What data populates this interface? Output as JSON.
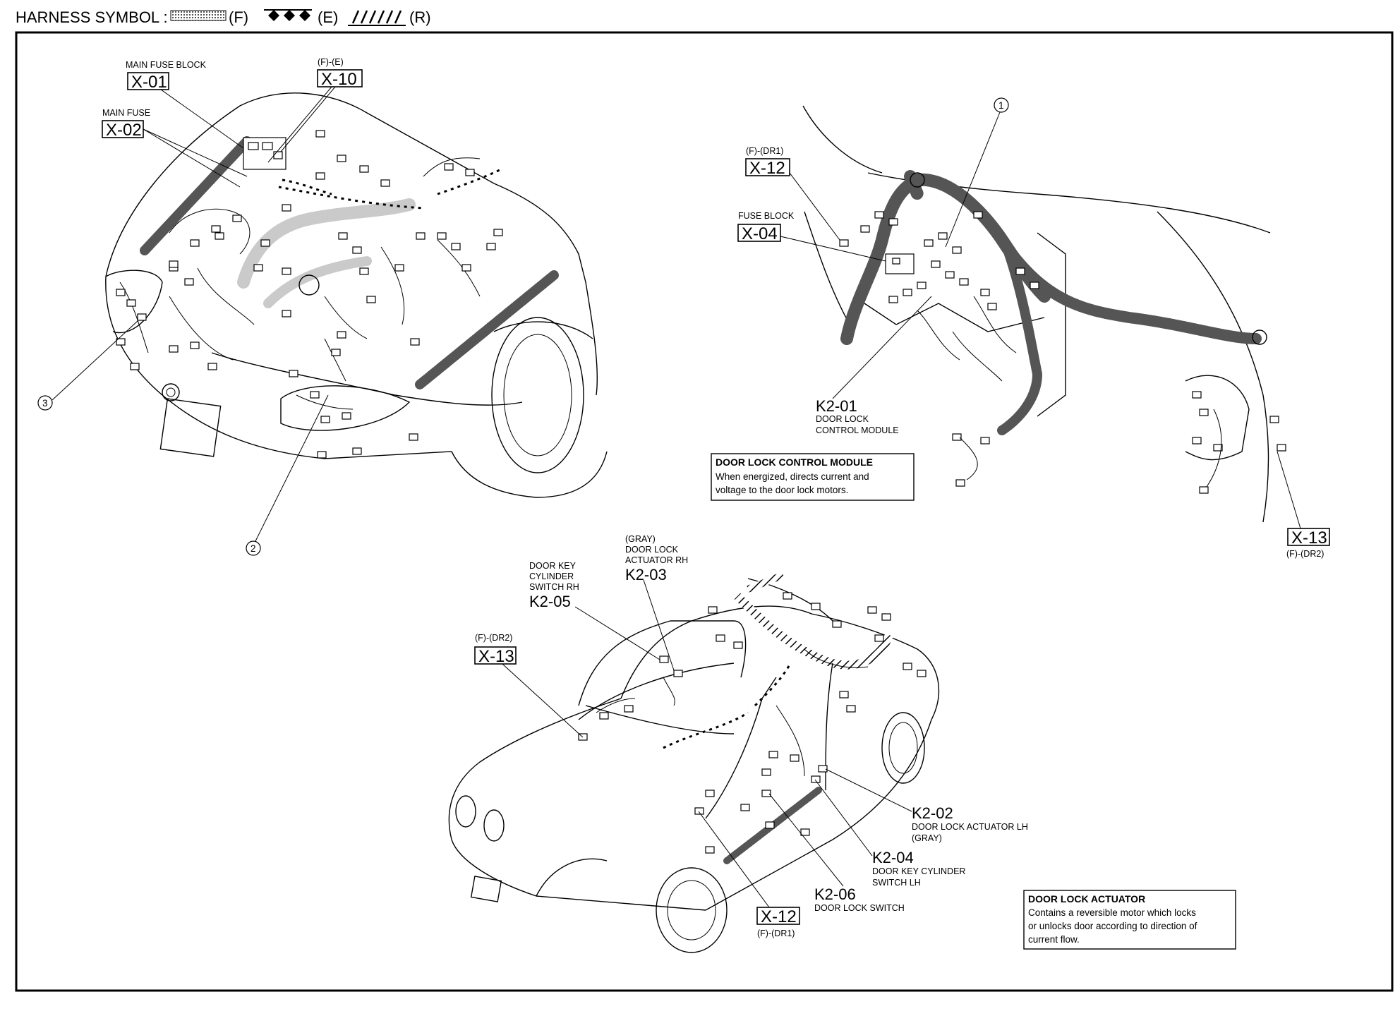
{
  "header": {
    "title": "HARNESS SYMBOL :",
    "sym_f": "(F)",
    "sym_e": "(E)",
    "sym_r": "(R)"
  },
  "callouts": {
    "x01": {
      "label": "MAIN FUSE BLOCK",
      "code": "X-01"
    },
    "x02": {
      "label": "MAIN FUSE",
      "code": "X-02"
    },
    "x10": {
      "tag": "(F)-(E)",
      "code": "X-10"
    },
    "x12_top": {
      "tag": "(F)-(DR1)",
      "code": "X-12"
    },
    "x04": {
      "label": "FUSE BLOCK",
      "code": "X-04"
    },
    "k201": {
      "code": "K2-01",
      "line1": "DOOR LOCK",
      "line2": "CONTROL MODULE"
    },
    "x13_right": {
      "code": "X-13",
      "tag": "(F)-(DR2)"
    },
    "x13_left": {
      "tag": "(F)-(DR2)",
      "code": "X-13"
    },
    "k205": {
      "line1": "DOOR KEY",
      "line2": "CYLINDER",
      "line3": "SWITCH RH",
      "code": "K2-05"
    },
    "k203": {
      "line1": "(GRAY)",
      "line2": "DOOR LOCK",
      "line3": "ACTUATOR RH",
      "code": "K2-03"
    },
    "k202": {
      "code": "K2-02",
      "line1": "DOOR LOCK ACTUATOR LH",
      "line2": "(GRAY)"
    },
    "k204": {
      "code": "K2-04",
      "line1": "DOOR KEY CYLINDER",
      "line2": "SWITCH LH"
    },
    "k206": {
      "code": "K2-06",
      "line1": "DOOR LOCK SWITCH"
    },
    "x12_bottom": {
      "code": "X-12",
      "tag": "(F)-(DR1)"
    },
    "num1": "1",
    "num2": "2",
    "num3": "3"
  },
  "descriptions": {
    "control_module": {
      "title": "DOOR LOCK CONTROL MODULE",
      "line1": "When energized, directs current and",
      "line2": "voltage to the door lock motors."
    },
    "actuator": {
      "title": "DOOR LOCK ACTUATOR",
      "line1": "Contains a reversible motor which locks",
      "line2": "or unlocks door according to direction of",
      "line3": "current flow."
    }
  }
}
